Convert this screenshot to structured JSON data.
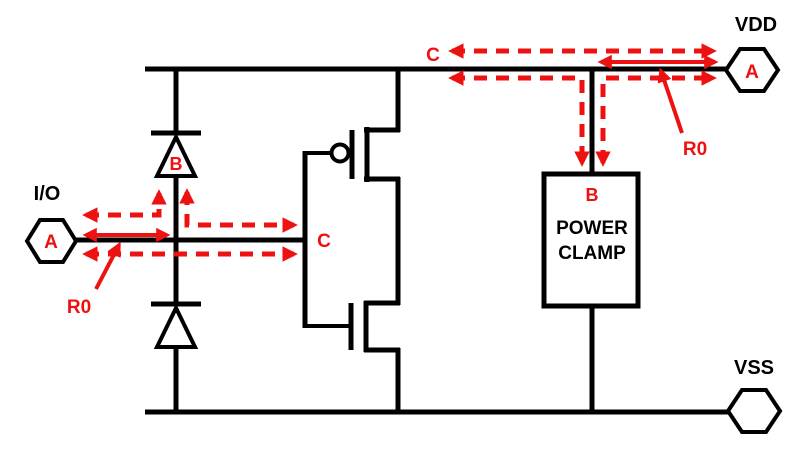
{
  "colors": {
    "wire": "#000000",
    "esd_path": "#ee1111",
    "background": "#ffffff"
  },
  "pads": {
    "io": {
      "name": "I/O",
      "node": "A"
    },
    "vdd": {
      "name": "VDD",
      "node": "A"
    },
    "vss": {
      "name": "VSS"
    }
  },
  "power_clamp": {
    "label_line1": "POWER",
    "label_line2": "CLAMP",
    "node": "B"
  },
  "top_diode": {
    "node": "B"
  },
  "nodes": {
    "gate_input": "C",
    "vdd_rail": "C"
  },
  "resistors": {
    "io_trace": "R0",
    "vdd_rail": "R0"
  }
}
